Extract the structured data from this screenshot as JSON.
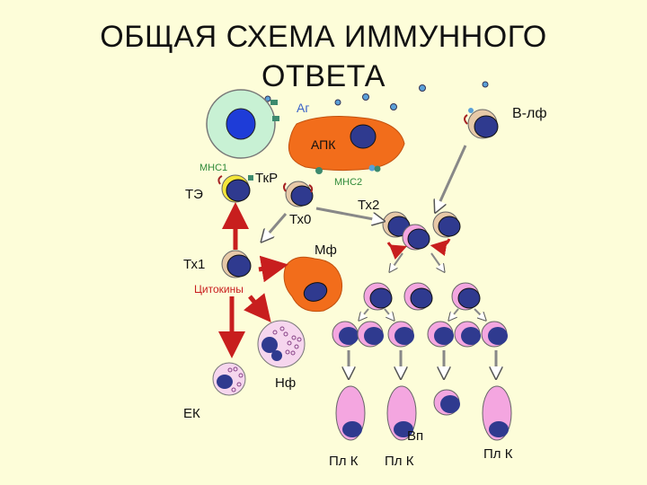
{
  "title": {
    "line1": "ОБЩАЯ СХЕМА ИММУННОГО",
    "line2": "ОТВЕТА"
  },
  "labels": {
    "antigen": "Аг",
    "b_lymphocyte": "В-лф",
    "apc": "АПК",
    "mhc1": "МНС1",
    "tcr": "ТкР",
    "mhc2": "МНС2",
    "effector_t": "ТЭ",
    "th2": "Тх2",
    "th0": "Тх0",
    "th1": "Тх1",
    "macrophage": "Мф",
    "cytokines": "Цитокины",
    "neutrophil": "Нф",
    "nk_cell": "ЕК",
    "memory_b": "Вп",
    "plasma_cell_1": "Пл К",
    "plasma_cell_2": "Пл К",
    "plasma_cell_3": "Пл К"
  },
  "colors": {
    "background": "#fdfdd9",
    "blue_label": "#3a62c8",
    "red_label": "#c81e1e",
    "green_label": "#2f8a3a",
    "apc_orange": "#f26d1b",
    "cell_pink": "#f4a6e0",
    "nucleus": "#2f3a8f",
    "lymph_tan": "#e7c9a8"
  }
}
